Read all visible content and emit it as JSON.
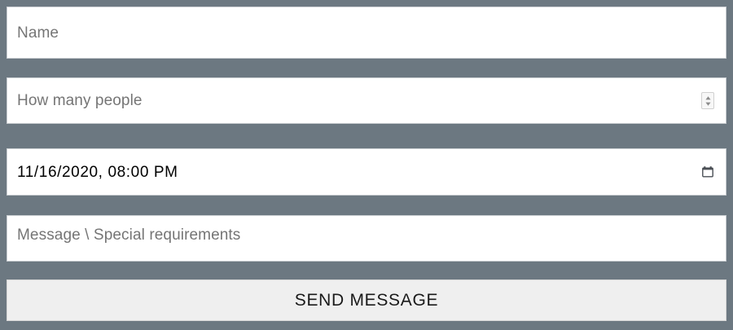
{
  "theme": {
    "page_background": "#6c7881",
    "field_background": "#ffffff",
    "field_border": "#c8ccd0",
    "placeholder_color": "#757575",
    "value_color": "#000000",
    "button_background": "#efefef",
    "button_text_color": "#1a1a1a"
  },
  "form": {
    "fields": [
      {
        "name": "name",
        "type": "text",
        "placeholder": "Name",
        "value": ""
      },
      {
        "name": "people",
        "type": "number",
        "placeholder": "How many people",
        "value": "",
        "stepper_icon": "spinner-up-down-icon"
      },
      {
        "name": "datetime",
        "type": "datetime-local",
        "placeholder": "",
        "value": "11/16/2020, 08:00 PM",
        "trailing_icon": "calendar-icon"
      },
      {
        "name": "message",
        "type": "textarea",
        "placeholder": "Message \\ Special requirements",
        "value": ""
      }
    ],
    "submit": {
      "label": "SEND MESSAGE"
    }
  }
}
